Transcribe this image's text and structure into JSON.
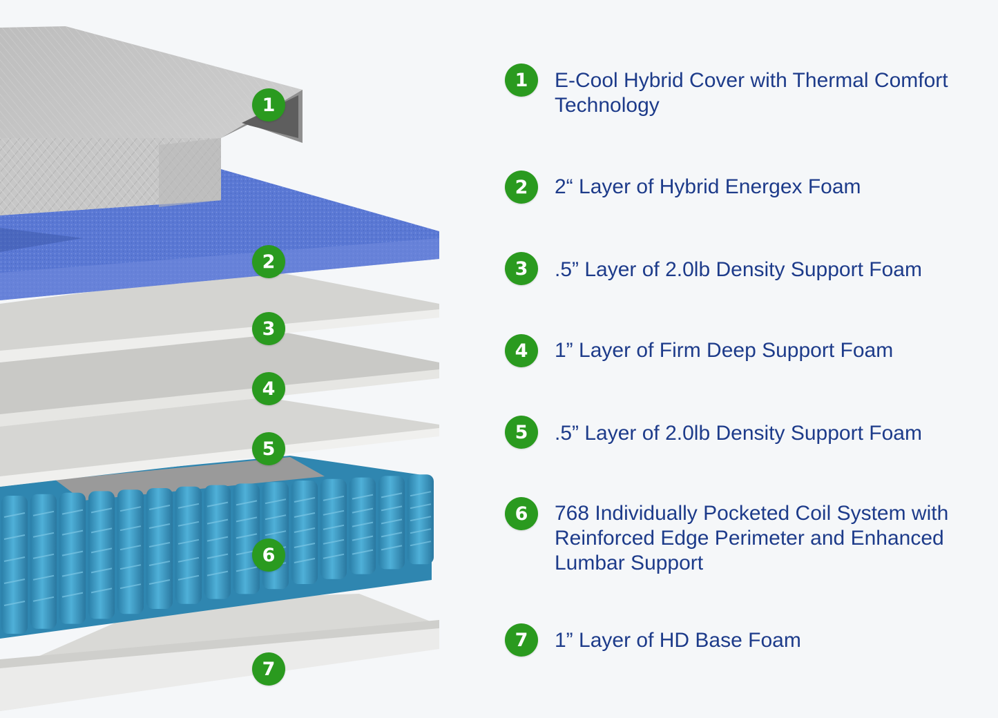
{
  "layers": [
    {
      "number": "1",
      "label": "E-Cool Hybrid Cover with Thermal Comfort Technology"
    },
    {
      "number": "2",
      "label": "2“ Layer of Hybrid Energex Foam"
    },
    {
      "number": "3",
      "label": ".5” Layer of 2.0lb Density Support Foam"
    },
    {
      "number": "4",
      "label": "1” Layer of Firm Deep Support Foam"
    },
    {
      "number": "5",
      "label": ".5” Layer of 2.0lb Density Support Foam"
    },
    {
      "number": "6",
      "label": "768 Individually Pocketed Coil System with Reinforced Edge Perimeter and Enhanced Lumbar Support"
    },
    {
      "number": "7",
      "label": "1” Layer of HD Base Foam"
    }
  ],
  "colors": {
    "badge": "#2a9a1f",
    "label_text": "#1d3b8a",
    "cover": "#c9c9c9",
    "energex_foam": "#5a78d4",
    "support_foam": "#e4e4e0",
    "coils": "#3a9ac4",
    "background": "#f5f7f9"
  }
}
